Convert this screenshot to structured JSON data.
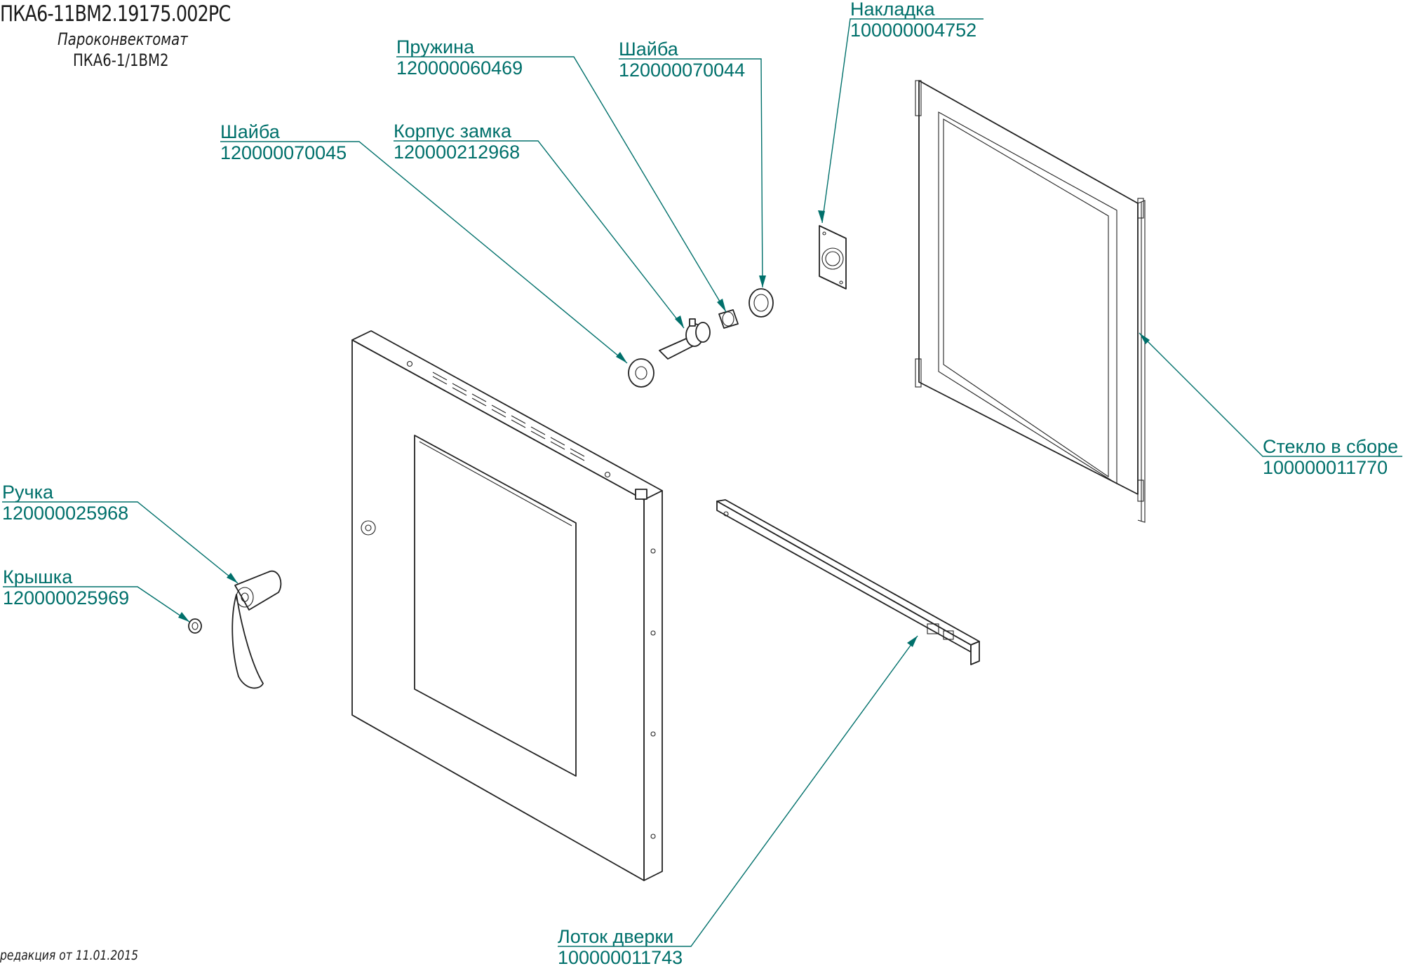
{
  "header": {
    "doc_code": "ПКА6-11ВМ2.19175.002РС",
    "product_name": "Пароконвектомат",
    "model": "ПКА6-1/1ВМ2"
  },
  "footer": {
    "revision": "редакция от 11.01.2015"
  },
  "accent_color": "#00706b",
  "callouts": [
    {
      "id": "nakladka",
      "name": "Накладка",
      "code": "100000004752"
    },
    {
      "id": "pruzhina",
      "name": "Пружина",
      "code": "120000060469"
    },
    {
      "id": "shaiba-44",
      "name": "Шайба",
      "code": "120000070044"
    },
    {
      "id": "shaiba-45",
      "name": "Шайба",
      "code": "120000070045"
    },
    {
      "id": "korpus-zamka",
      "name": "Корпус замка",
      "code": "120000212968"
    },
    {
      "id": "steklo",
      "name": "Стекло в сборе",
      "code": "100000011770"
    },
    {
      "id": "ruchka",
      "name": "Ручка",
      "code": "120000025968"
    },
    {
      "id": "kryshka",
      "name": "Крышка",
      "code": "120000025969"
    },
    {
      "id": "lotok",
      "name": "Лоток дверки",
      "code": "100000011743"
    }
  ]
}
